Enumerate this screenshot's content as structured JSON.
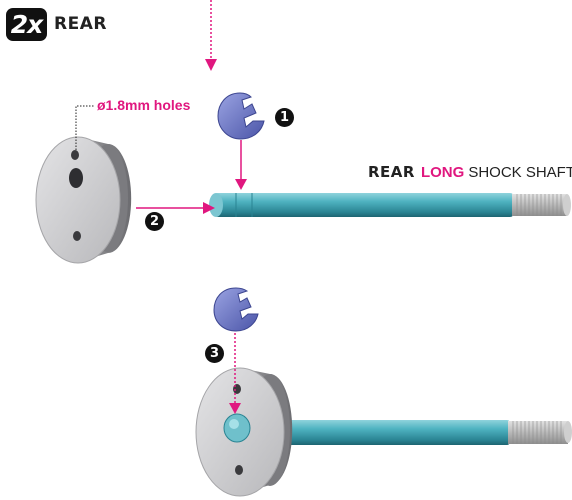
{
  "header": {
    "quantity": "2x",
    "title": "REAR"
  },
  "labels": {
    "holes": "ø1.8mm holes",
    "shaft_prefix": "REAR",
    "shaft_long": "LONG",
    "shaft_rest": "SHOCK SHAFT"
  },
  "steps": [
    "1",
    "2",
    "3"
  ],
  "colors": {
    "accent": "#e0177f",
    "clip": "#6f79c7",
    "shaft": "#43a7b5",
    "piston": "#c9c9cb"
  }
}
